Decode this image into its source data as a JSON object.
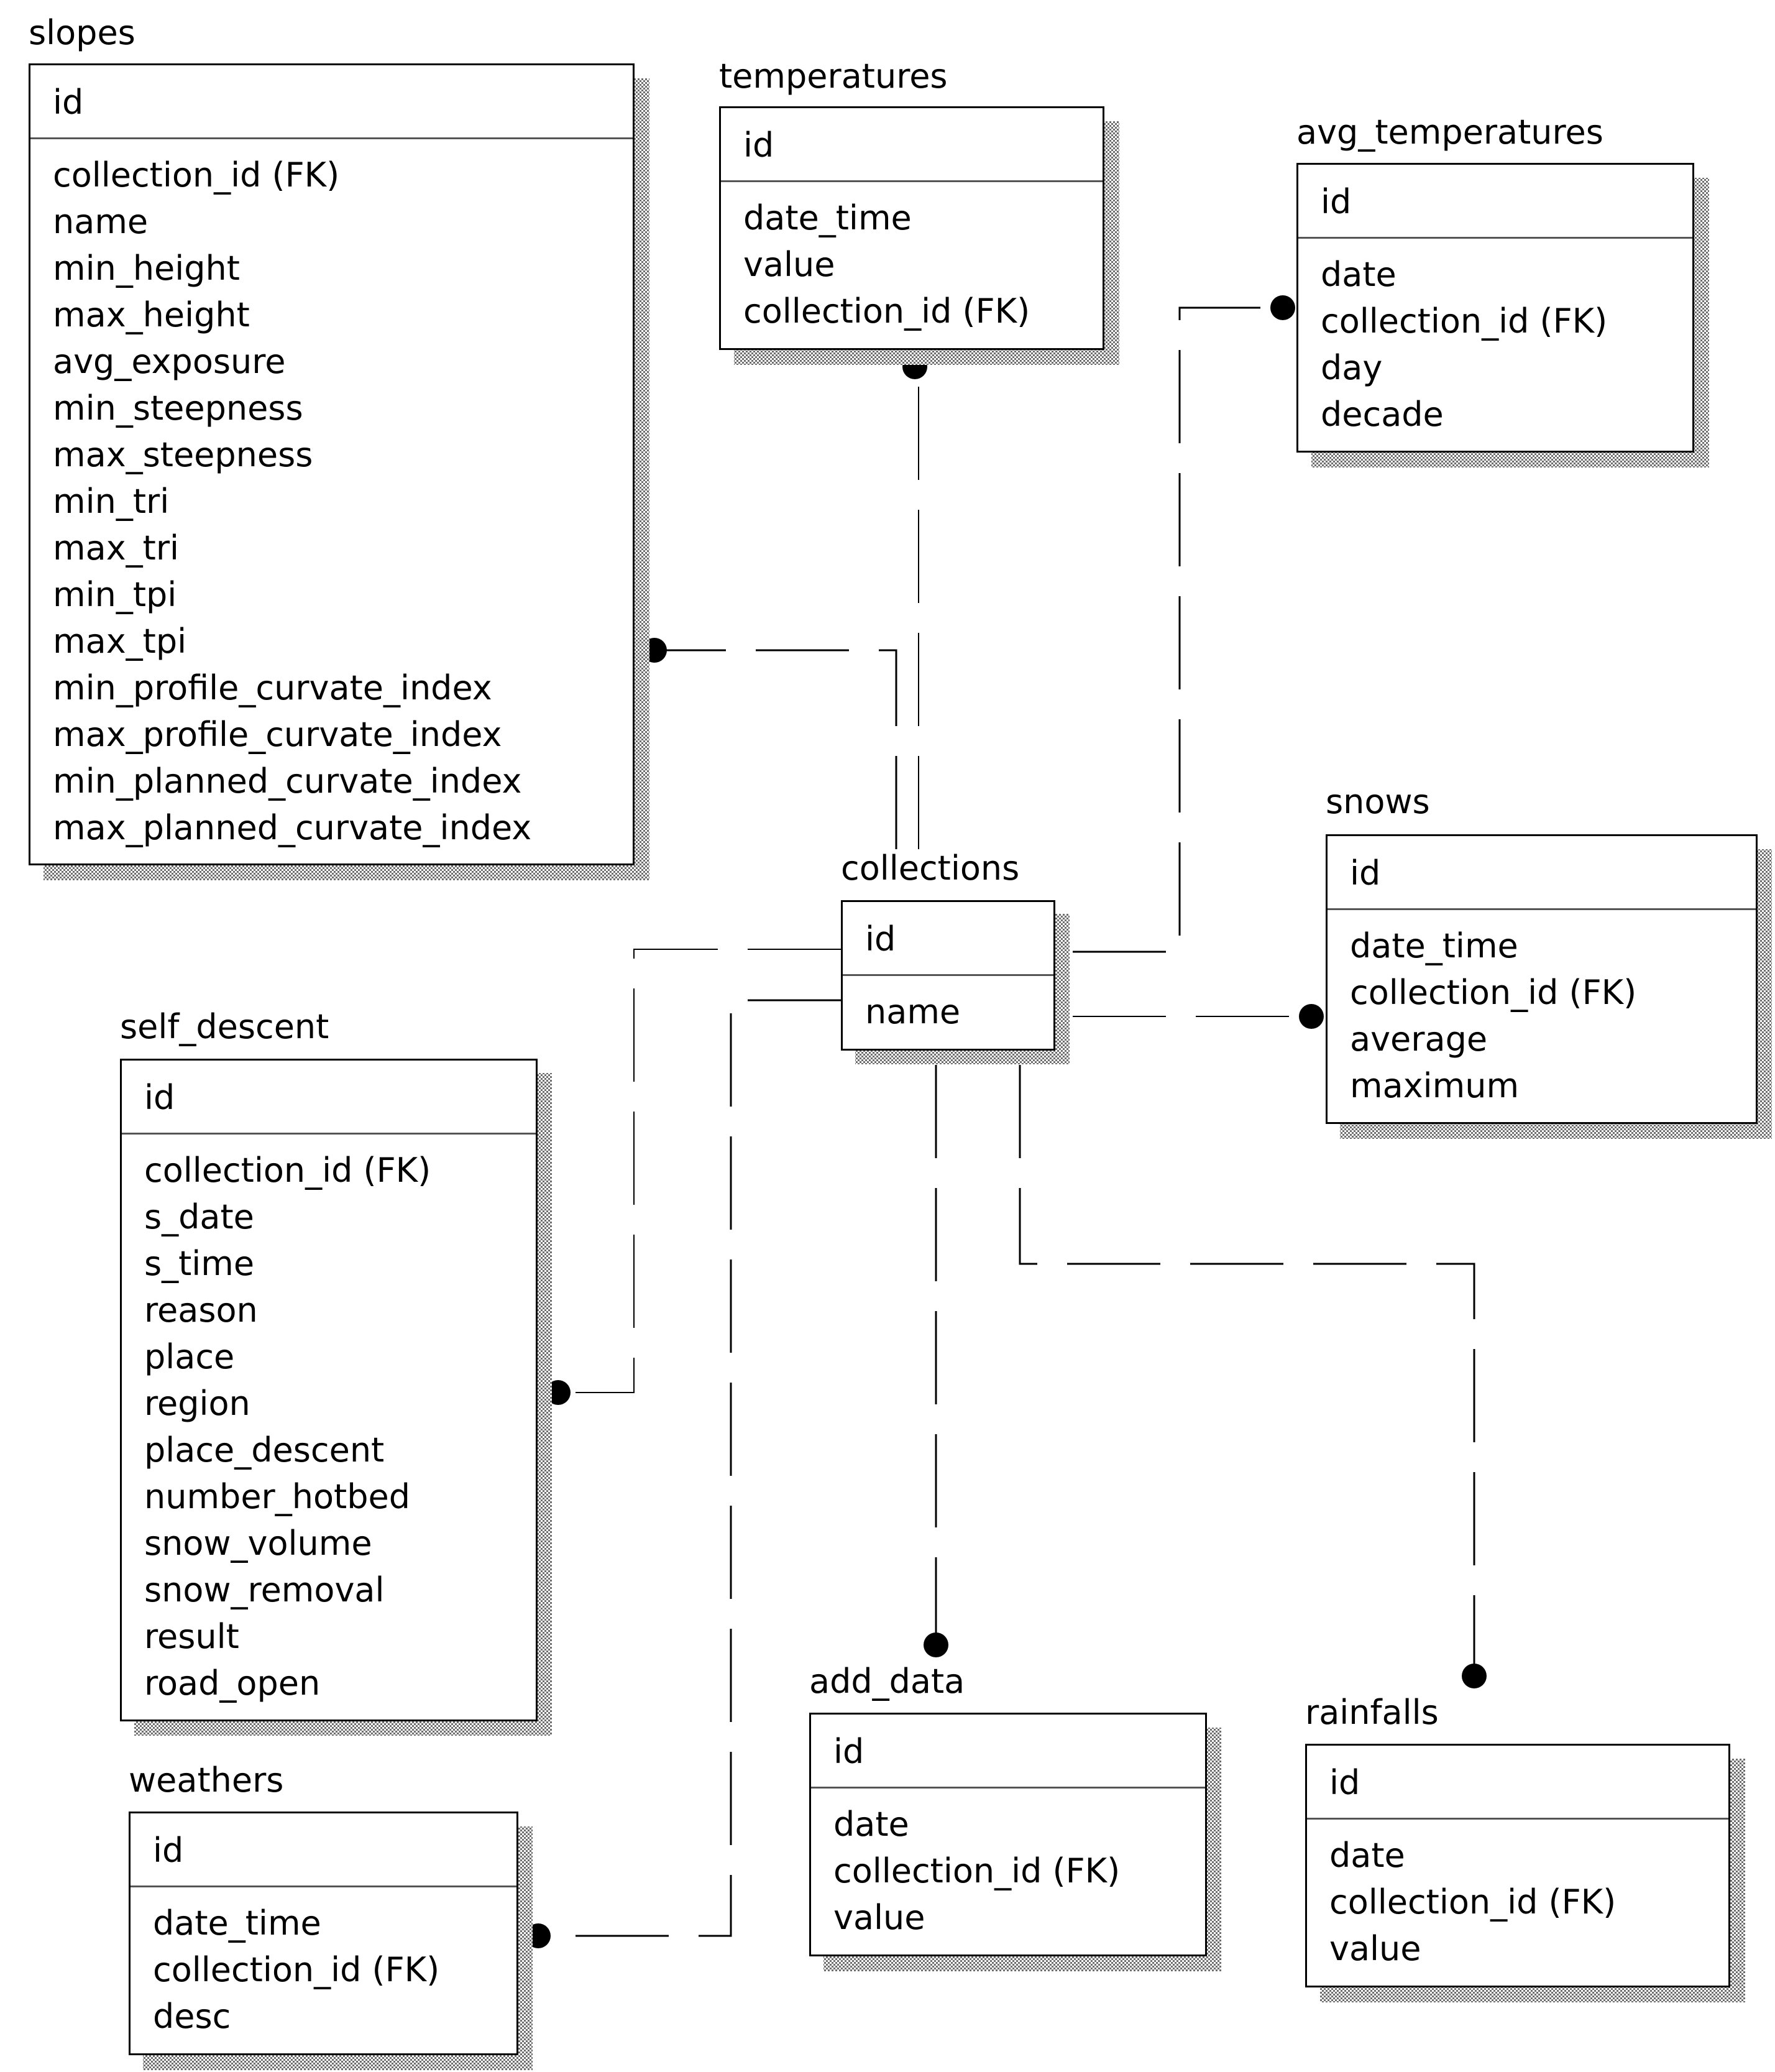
{
  "entities": {
    "slopes": {
      "title": "slopes",
      "pk": "id",
      "attributes": [
        "collection_id (FK)",
        "name",
        "min_height",
        "max_height",
        "avg_exposure",
        "min_steepness",
        "max_steepness",
        "min_tri",
        "max_tri",
        "min_tpi",
        "max_tpi",
        "min_profile_curvate_index",
        "max_profile_curvate_index",
        "min_planned_curvate_index",
        "max_planned_curvate_index"
      ]
    },
    "temperatures": {
      "title": "temperatures",
      "pk": "id",
      "attributes": [
        "date_time",
        "value",
        "collection_id (FK)"
      ]
    },
    "avg_temperatures": {
      "title": "avg_temperatures",
      "pk": "id",
      "attributes": [
        "date",
        "collection_id (FK)",
        "day",
        "decade"
      ]
    },
    "collections": {
      "title": "collections",
      "pk": "id",
      "attributes": [
        "name"
      ]
    },
    "snows": {
      "title": "snows",
      "pk": "id",
      "attributes": [
        "date_time",
        "collection_id (FK)",
        "average",
        "maximum"
      ]
    },
    "self_descent": {
      "title": "self_descent",
      "pk": "id",
      "attributes": [
        "collection_id (FK)",
        "s_date",
        "s_time",
        "reason",
        "place",
        "region",
        "place_descent",
        "number_hotbed",
        "snow_volume",
        "snow_removal",
        "result",
        "road_open"
      ]
    },
    "weathers": {
      "title": "weathers",
      "pk": "id",
      "attributes": [
        "date_time",
        "collection_id (FK)",
        "desc"
      ]
    },
    "add_data": {
      "title": "add_data",
      "pk": "id",
      "attributes": [
        "date",
        "collection_id (FK)",
        "value"
      ]
    },
    "rainfalls": {
      "title": "rainfalls",
      "pk": "id",
      "attributes": [
        "date",
        "collection_id (FK)",
        "value"
      ]
    }
  },
  "relationships": [
    {
      "from": "collections",
      "to": "slopes",
      "line_style": "dashed",
      "end_marker": "filled-circle"
    },
    {
      "from": "collections",
      "to": "temperatures",
      "line_style": "dashed",
      "end_marker": "filled-circle"
    },
    {
      "from": "collections",
      "to": "avg_temperatures",
      "line_style": "dashed",
      "end_marker": "filled-circle"
    },
    {
      "from": "collections",
      "to": "snows",
      "line_style": "dashed",
      "end_marker": "filled-circle"
    },
    {
      "from": "collections",
      "to": "self_descent",
      "line_style": "dashed",
      "end_marker": "filled-circle"
    },
    {
      "from": "collections",
      "to": "weathers",
      "line_style": "dashed",
      "end_marker": "filled-circle"
    },
    {
      "from": "collections",
      "to": "add_data",
      "line_style": "dashed",
      "end_marker": "filled-circle"
    },
    {
      "from": "collections",
      "to": "rainfalls",
      "line_style": "dashed",
      "end_marker": "filled-circle"
    }
  ],
  "colors": {
    "line": "#000000",
    "shadow": "#8a8a8a",
    "background": "#ffffff"
  }
}
